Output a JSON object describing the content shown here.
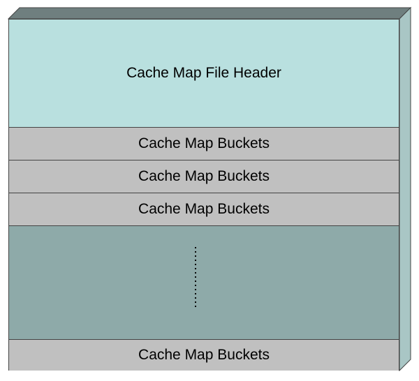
{
  "diagram": {
    "header_label": "Cache Map File Header",
    "buckets": [
      "Cache Map Buckets",
      "Cache Map Buckets",
      "Cache Map Buckets"
    ],
    "last_bucket": "Cache Map Buckets"
  },
  "colors": {
    "header_fill": "#b9e0df",
    "bucket_fill": "#c0c0c0",
    "gap_fill": "#8eaaa9",
    "top_face": "#6f7f7f",
    "side_face": "#a9c6c5"
  }
}
